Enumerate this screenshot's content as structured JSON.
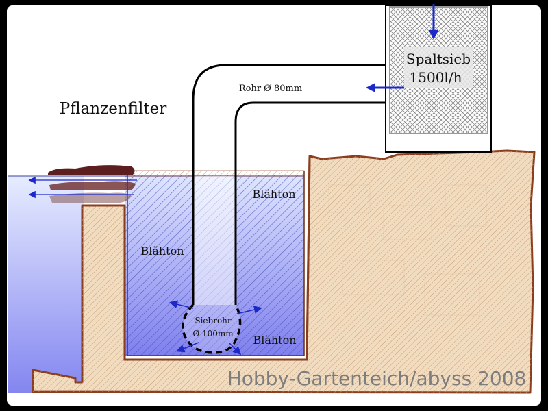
{
  "diagram": {
    "title": "Pflanzenfilter",
    "pipe_label": "Rohr Ø 80mm",
    "filter_label_line1": "Spaltsieb",
    "filter_label_line2": "1500l/h",
    "media_label_right_top": "Blähton",
    "media_label_left": "Blähton",
    "media_label_bottom_right": "Blähton",
    "sieve_pipe_line1": "Siebrohr",
    "sieve_pipe_line2": "Ø 100mm",
    "watermark": "Hobby-Gartenteich/abyss 2008"
  },
  "colors": {
    "background": "#ffffff",
    "frame": "#000000",
    "water_top": "#dde6ff",
    "water_bottom": "#8c8ef2",
    "soil": "#f2dcc0",
    "soil_edge": "#8a3e1e",
    "hatch_blue": "#4a4fb0",
    "hatch_soil": "#c9a27a",
    "arrow": "#1c28c8",
    "plant": "#5c1f1f"
  },
  "icons": [
    "flow-arrow-down-icon",
    "flow-arrow-left-icon",
    "plant-mat-icon"
  ]
}
